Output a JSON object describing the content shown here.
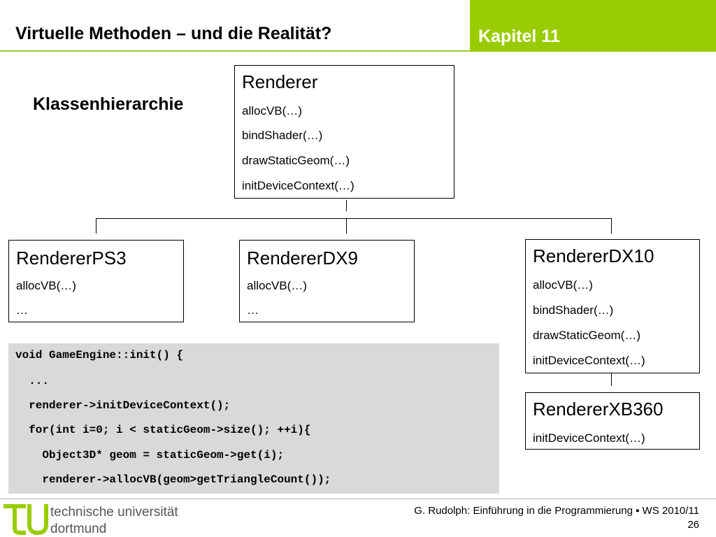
{
  "slide": {
    "title": "Virtuelle Methoden – und die Realität?",
    "chapter": "Kapitel 11",
    "subtitle": "Klassenhierarchie"
  },
  "classes": {
    "renderer": {
      "name": "Renderer",
      "methods": [
        "allocVB(…)",
        "bindShader(…)",
        "drawStaticGeom(…)",
        "initDeviceContext(…)"
      ]
    },
    "ps3": {
      "name": "RendererPS3",
      "methods": [
        "allocVB(…)",
        "…"
      ]
    },
    "dx9": {
      "name": "RendererDX9",
      "methods": [
        "allocVB(…)",
        "…"
      ]
    },
    "dx10": {
      "name": "RendererDX10",
      "methods": [
        "allocVB(…)",
        "bindShader(…)",
        "drawStaticGeom(…)",
        "initDeviceContext(…)"
      ]
    },
    "xb360": {
      "name": "RendererXB360",
      "methods": [
        "initDeviceContext(…)"
      ]
    }
  },
  "code": [
    "void GameEngine::init() {",
    "  ...",
    "  renderer->initDeviceContext();",
    "  for(int i=0; i < staticGeom->size(); ++i){",
    "    Object3D* geom = staticGeom->get(i);",
    "    renderer->allocVB(geom>getTriangleCount());"
  ],
  "footer": {
    "university_line1": "technische universität",
    "university_line2": "dortmund",
    "citation": "G. Rudolph: Einführung in die Programmierung ▪ WS 2010/11",
    "page": "26"
  },
  "colors": {
    "accent": "#99cc00",
    "code_bg": "#d9d9d9",
    "logo": "#99cc00"
  }
}
